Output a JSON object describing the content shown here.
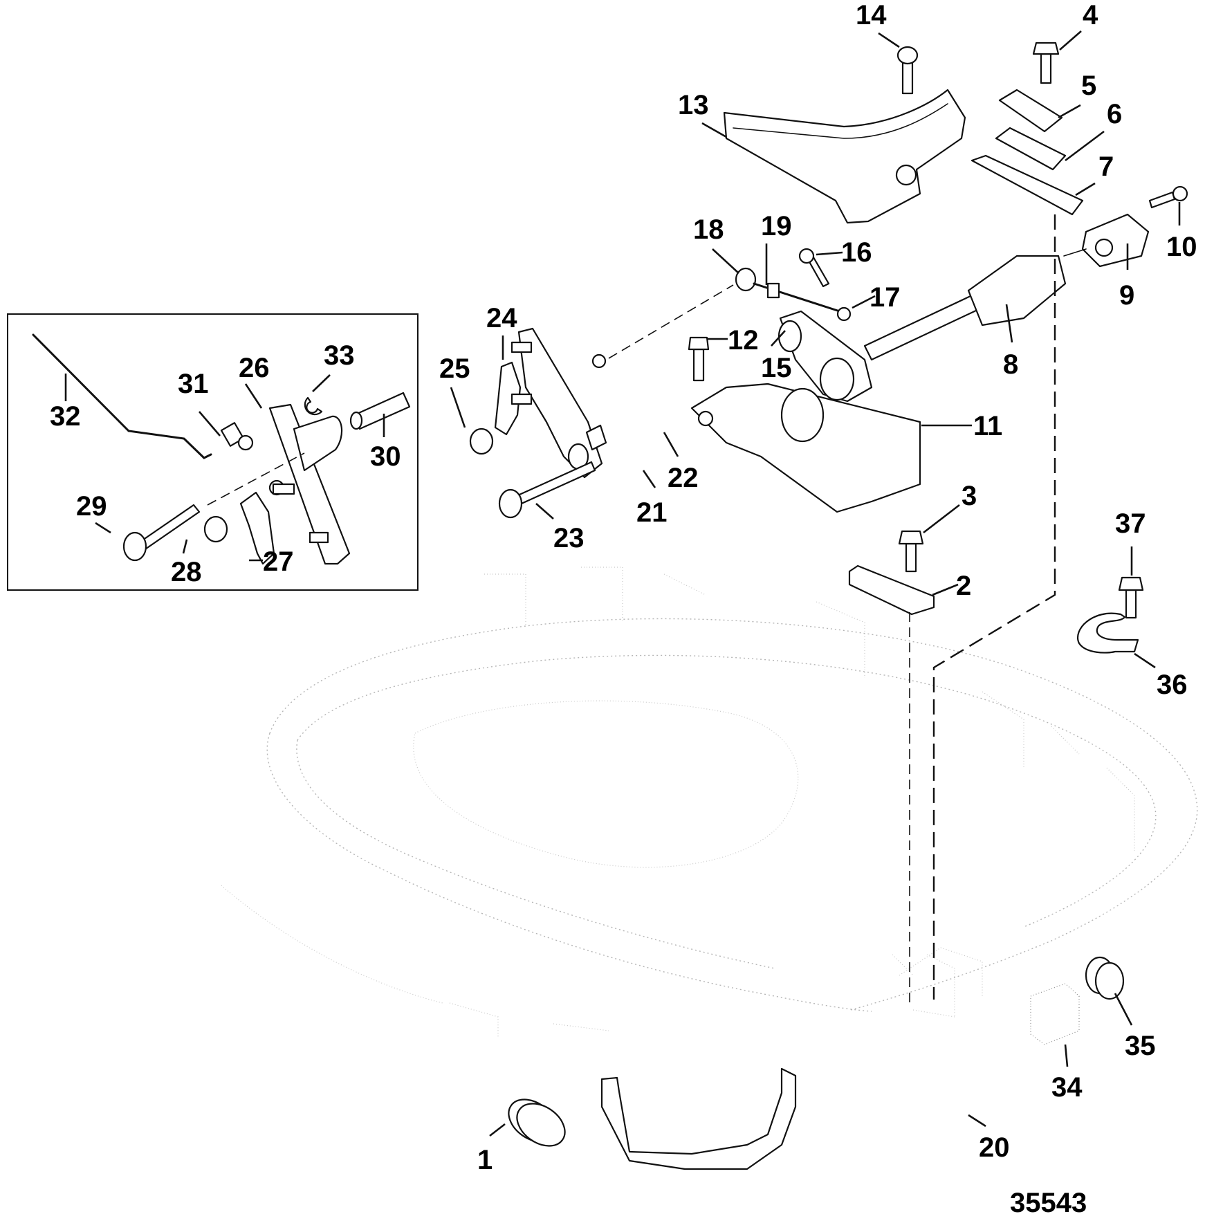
{
  "diagram": {
    "title": "Exploded parts diagram - remote control / throttle-shift linkage",
    "figure_number": "35543",
    "colors": {
      "line": "#111111",
      "ghost": "#b5b5b5",
      "background": "#ffffff"
    },
    "callouts": [
      {
        "id": "1",
        "text": "1"
      },
      {
        "id": "2",
        "text": "2"
      },
      {
        "id": "3",
        "text": "3"
      },
      {
        "id": "4",
        "text": "4"
      },
      {
        "id": "5",
        "text": "5"
      },
      {
        "id": "6",
        "text": "6"
      },
      {
        "id": "7",
        "text": "7"
      },
      {
        "id": "8",
        "text": "8"
      },
      {
        "id": "9",
        "text": "9"
      },
      {
        "id": "10",
        "text": "10"
      },
      {
        "id": "11",
        "text": "11"
      },
      {
        "id": "12",
        "text": "12"
      },
      {
        "id": "13",
        "text": "13"
      },
      {
        "id": "14",
        "text": "14"
      },
      {
        "id": "15",
        "text": "15"
      },
      {
        "id": "16",
        "text": "16"
      },
      {
        "id": "17",
        "text": "17"
      },
      {
        "id": "18",
        "text": "18"
      },
      {
        "id": "19",
        "text": "19"
      },
      {
        "id": "20",
        "text": "20"
      },
      {
        "id": "21",
        "text": "21"
      },
      {
        "id": "22",
        "text": "22"
      },
      {
        "id": "23",
        "text": "23"
      },
      {
        "id": "24",
        "text": "24"
      },
      {
        "id": "25",
        "text": "25"
      },
      {
        "id": "26",
        "text": "26"
      },
      {
        "id": "27",
        "text": "27"
      },
      {
        "id": "28",
        "text": "28"
      },
      {
        "id": "29",
        "text": "29"
      },
      {
        "id": "30",
        "text": "30"
      },
      {
        "id": "31",
        "text": "31"
      },
      {
        "id": "32",
        "text": "32"
      },
      {
        "id": "33",
        "text": "33"
      },
      {
        "id": "34",
        "text": "34"
      },
      {
        "id": "35",
        "text": "35"
      },
      {
        "id": "36",
        "text": "36"
      },
      {
        "id": "37",
        "text": "37"
      }
    ]
  }
}
